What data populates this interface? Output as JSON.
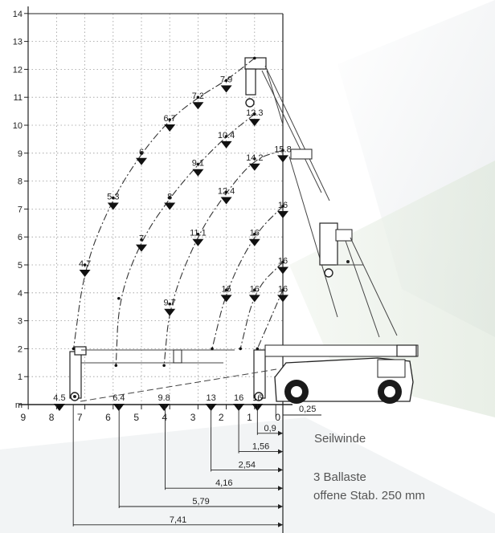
{
  "chart_data": {
    "type": "diagram",
    "y_ticks": [
      "m",
      "1",
      "2",
      "3",
      "4",
      "5",
      "6",
      "7",
      "8",
      "9",
      "10",
      "11",
      "12",
      "13",
      "14"
    ],
    "x_ticks": [
      "9",
      "8",
      "7",
      "6",
      "5",
      "4",
      "3",
      "2",
      "1",
      "0"
    ],
    "curves": [
      {
        "points": [
          [
            1.0,
            12.4
          ],
          [
            2.0,
            11.6
          ],
          [
            3.0,
            11.0
          ],
          [
            4.0,
            10.2
          ],
          [
            5.0,
            9.0
          ],
          [
            6.0,
            7.4
          ],
          [
            7.0,
            5.0
          ],
          [
            7.4,
            2.0
          ]
        ],
        "labels": [
          {
            "text": "7.9",
            "x": 2.0,
            "y": 11.6
          },
          {
            "text": "7.2",
            "x": 3.0,
            "y": 11.0
          },
          {
            "text": "6.7",
            "x": 4.0,
            "y": 10.2
          },
          {
            "text": "6",
            "x": 5.0,
            "y": 9.0
          },
          {
            "text": "5.3",
            "x": 6.0,
            "y": 7.4
          },
          {
            "text": "4.7",
            "x": 7.0,
            "y": 5.0
          },
          {
            "text": "4.5",
            "x": 7.9,
            "y": 0.2
          }
        ]
      },
      {
        "points": [
          [
            1.0,
            10.4
          ],
          [
            2.0,
            9.6
          ],
          [
            3.0,
            8.6
          ],
          [
            4.0,
            7.4
          ],
          [
            5.0,
            5.9
          ],
          [
            5.8,
            3.8
          ],
          [
            5.9,
            1.4
          ]
        ],
        "labels": [
          {
            "text": "12.3",
            "x": 1.0,
            "y": 10.4
          },
          {
            "text": "10.4",
            "x": 2.0,
            "y": 9.6
          },
          {
            "text": "9.1",
            "x": 3.0,
            "y": 8.6
          },
          {
            "text": "8",
            "x": 4.0,
            "y": 7.4
          },
          {
            "text": "7",
            "x": 5.0,
            "y": 5.9
          },
          {
            "text": "6.4",
            "x": 5.8,
            "y": 0.2
          }
        ]
      },
      {
        "points": [
          [
            0.0,
            9.1
          ],
          [
            1.0,
            8.8
          ],
          [
            2.0,
            7.6
          ],
          [
            3.0,
            6.1
          ],
          [
            4.0,
            3.6
          ],
          [
            4.2,
            1.4
          ]
        ],
        "labels": [
          {
            "text": "15.8",
            "x": 0.0,
            "y": 9.1
          },
          {
            "text": "14.2",
            "x": 1.0,
            "y": 8.8
          },
          {
            "text": "12.4",
            "x": 2.0,
            "y": 7.6
          },
          {
            "text": "11.1",
            "x": 3.0,
            "y": 6.1
          },
          {
            "text": "9.7",
            "x": 4.0,
            "y": 3.6
          },
          {
            "text": "9.8",
            "x": 4.2,
            "y": 0.2
          }
        ]
      },
      {
        "points": [
          [
            0.0,
            7.1
          ],
          [
            1.0,
            6.1
          ],
          [
            2.0,
            4.1
          ],
          [
            2.5,
            2.0
          ]
        ],
        "labels": [
          {
            "text": "16",
            "x": 0.0,
            "y": 7.1
          },
          {
            "text": "16",
            "x": 1.0,
            "y": 6.1
          },
          {
            "text": "16",
            "x": 2.0,
            "y": 4.1
          },
          {
            "text": "13",
            "x": 2.54,
            "y": 0.2
          }
        ]
      },
      {
        "points": [
          [
            0.0,
            5.1
          ],
          [
            1.0,
            4.1
          ],
          [
            1.5,
            2.0
          ]
        ],
        "labels": [
          {
            "text": "16",
            "x": 0.0,
            "y": 5.1
          },
          {
            "text": "16",
            "x": 1.0,
            "y": 4.1
          },
          {
            "text": "16",
            "x": 1.56,
            "y": 0.2
          }
        ]
      },
      {
        "points": [
          [
            0.0,
            4.1
          ],
          [
            0.9,
            2.0
          ]
        ],
        "labels": [
          {
            "text": "16",
            "x": 0.0,
            "y": 4.1
          },
          {
            "text": "16",
            "x": 0.9,
            "y": 0.2
          }
        ]
      }
    ],
    "dimension_lines": [
      {
        "label": "0,25",
        "value": 0.25
      },
      {
        "label": "0,9",
        "value": 0.9
      },
      {
        "label": "1,56",
        "value": 1.56
      },
      {
        "label": "2,54",
        "value": 2.54
      },
      {
        "label": "4,16",
        "value": 4.16
      },
      {
        "label": "5,79",
        "value": 5.79
      },
      {
        "label": "7,41",
        "value": 7.41
      }
    ]
  },
  "notes": {
    "winch": "Seilwinde",
    "ballast_line1": "3 Ballaste",
    "ballast_line2": "offene Stab. 250 mm"
  }
}
